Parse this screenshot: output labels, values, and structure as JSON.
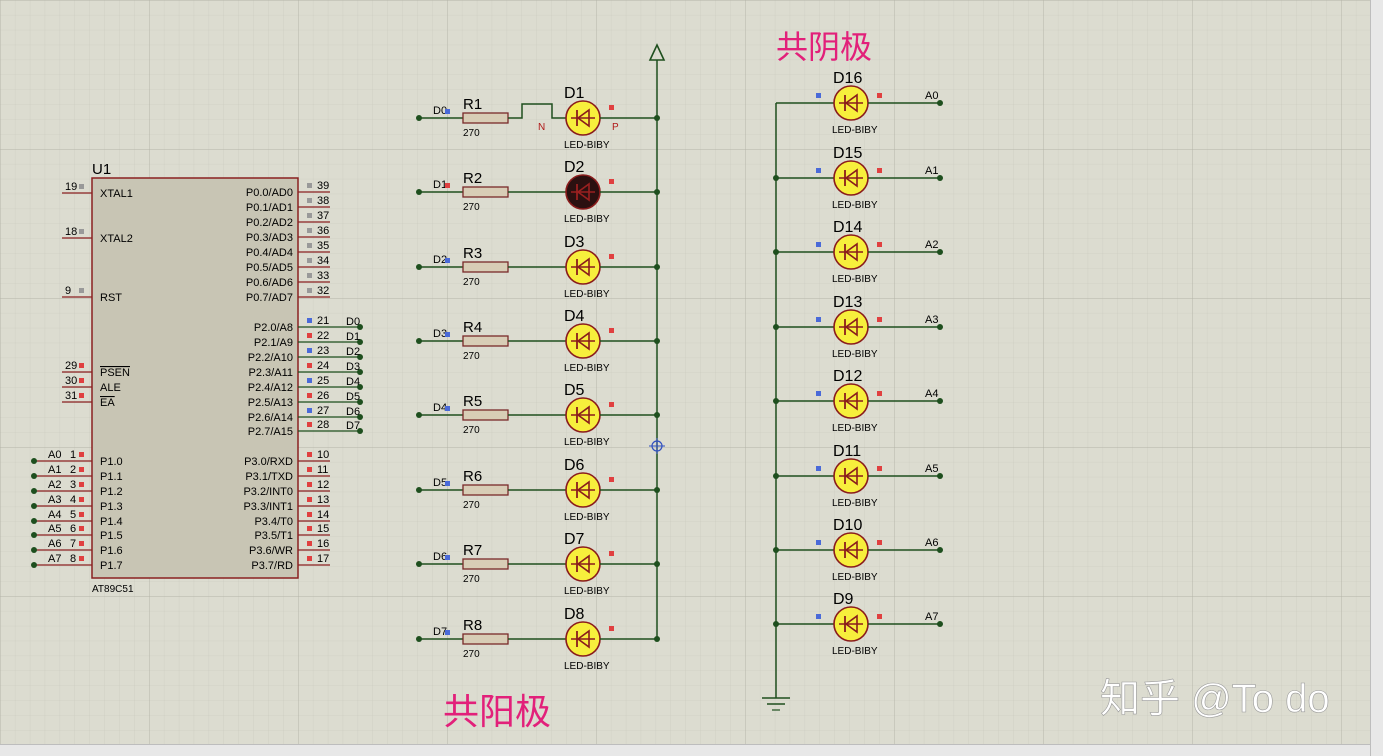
{
  "labels": {
    "common_cathode": "共阴极",
    "common_anode": "共阳极",
    "watermark": "知乎 @To do"
  },
  "mcu": {
    "ref": "U1",
    "part": "AT89C51",
    "left_pins": [
      {
        "num": "19",
        "name": "XTAL1",
        "net": ""
      },
      {
        "num": "18",
        "name": "XTAL2",
        "net": ""
      },
      {
        "num": "9",
        "name": "RST",
        "net": ""
      },
      {
        "num": "29",
        "name": "PSEN",
        "net": ""
      },
      {
        "num": "30",
        "name": "ALE",
        "net": ""
      },
      {
        "num": "31",
        "name": "EA",
        "net": ""
      },
      {
        "num": "1",
        "name": "P1.0",
        "net": "A0"
      },
      {
        "num": "2",
        "name": "P1.1",
        "net": "A1"
      },
      {
        "num": "3",
        "name": "P1.2",
        "net": "A2"
      },
      {
        "num": "4",
        "name": "P1.3",
        "net": "A3"
      },
      {
        "num": "5",
        "name": "P1.4",
        "net": "A4"
      },
      {
        "num": "6",
        "name": "P1.5",
        "net": "A5"
      },
      {
        "num": "7",
        "name": "P1.6",
        "net": "A6"
      },
      {
        "num": "8",
        "name": "P1.7",
        "net": "A7"
      }
    ],
    "right_pins": [
      {
        "num": "39",
        "name": "P0.0/AD0",
        "net": ""
      },
      {
        "num": "38",
        "name": "P0.1/AD1",
        "net": ""
      },
      {
        "num": "37",
        "name": "P0.2/AD2",
        "net": ""
      },
      {
        "num": "36",
        "name": "P0.3/AD3",
        "net": ""
      },
      {
        "num": "35",
        "name": "P0.4/AD4",
        "net": ""
      },
      {
        "num": "34",
        "name": "P0.5/AD5",
        "net": ""
      },
      {
        "num": "33",
        "name": "P0.6/AD6",
        "net": ""
      },
      {
        "num": "32",
        "name": "P0.7/AD7",
        "net": ""
      },
      {
        "num": "21",
        "name": "P2.0/A8",
        "net": "D0"
      },
      {
        "num": "22",
        "name": "P2.1/A9",
        "net": "D1"
      },
      {
        "num": "23",
        "name": "P2.2/A10",
        "net": "D2"
      },
      {
        "num": "24",
        "name": "P2.3/A11",
        "net": "D3"
      },
      {
        "num": "25",
        "name": "P2.4/A12",
        "net": "D4"
      },
      {
        "num": "26",
        "name": "P2.5/A13",
        "net": "D5"
      },
      {
        "num": "27",
        "name": "P2.6/A14",
        "net": "D6"
      },
      {
        "num": "28",
        "name": "P2.7/A15",
        "net": "D7"
      },
      {
        "num": "10",
        "name": "P3.0/RXD",
        "net": ""
      },
      {
        "num": "11",
        "name": "P3.1/TXD",
        "net": ""
      },
      {
        "num": "12",
        "name": "P3.2/INT0",
        "net": ""
      },
      {
        "num": "13",
        "name": "P3.3/INT1",
        "net": ""
      },
      {
        "num": "14",
        "name": "P3.4/T0",
        "net": ""
      },
      {
        "num": "15",
        "name": "P3.5/T1",
        "net": ""
      },
      {
        "num": "16",
        "name": "P3.6/WR",
        "net": ""
      },
      {
        "num": "17",
        "name": "P3.7/RD",
        "net": ""
      }
    ]
  },
  "anode_group": {
    "node_labels": [
      "D0",
      "D1",
      "D2",
      "D3",
      "D4",
      "D5",
      "D6",
      "D7"
    ],
    "resistors": [
      "R1",
      "R2",
      "R3",
      "R4",
      "R5",
      "R6",
      "R7",
      "R8"
    ],
    "resistor_value": "270",
    "leds": [
      "D1",
      "D2",
      "D3",
      "D4",
      "D5",
      "D6",
      "D7",
      "D8"
    ],
    "led_model": "LED-BIBY",
    "pin_n": "N",
    "pin_p": "P",
    "lit_index": 1
  },
  "cathode_group": {
    "leds": [
      "D16",
      "D15",
      "D14",
      "D13",
      "D12",
      "D11",
      "D10",
      "D9"
    ],
    "led_model": "LED-BIBY",
    "node_labels": [
      "A0",
      "A1",
      "A2",
      "A3",
      "A4",
      "A5",
      "A6",
      "A7"
    ]
  },
  "colors": {
    "wire": "#1e4f1e",
    "chip_fill": "#c8c5b4",
    "chip_border": "#8a2020",
    "led_yellow": "#f7ef3c",
    "led_lit": "#2b1010",
    "annotation": "#e2207a",
    "resistor_fill": "#d8cdb6",
    "resistor_border": "#7a2a2a"
  }
}
